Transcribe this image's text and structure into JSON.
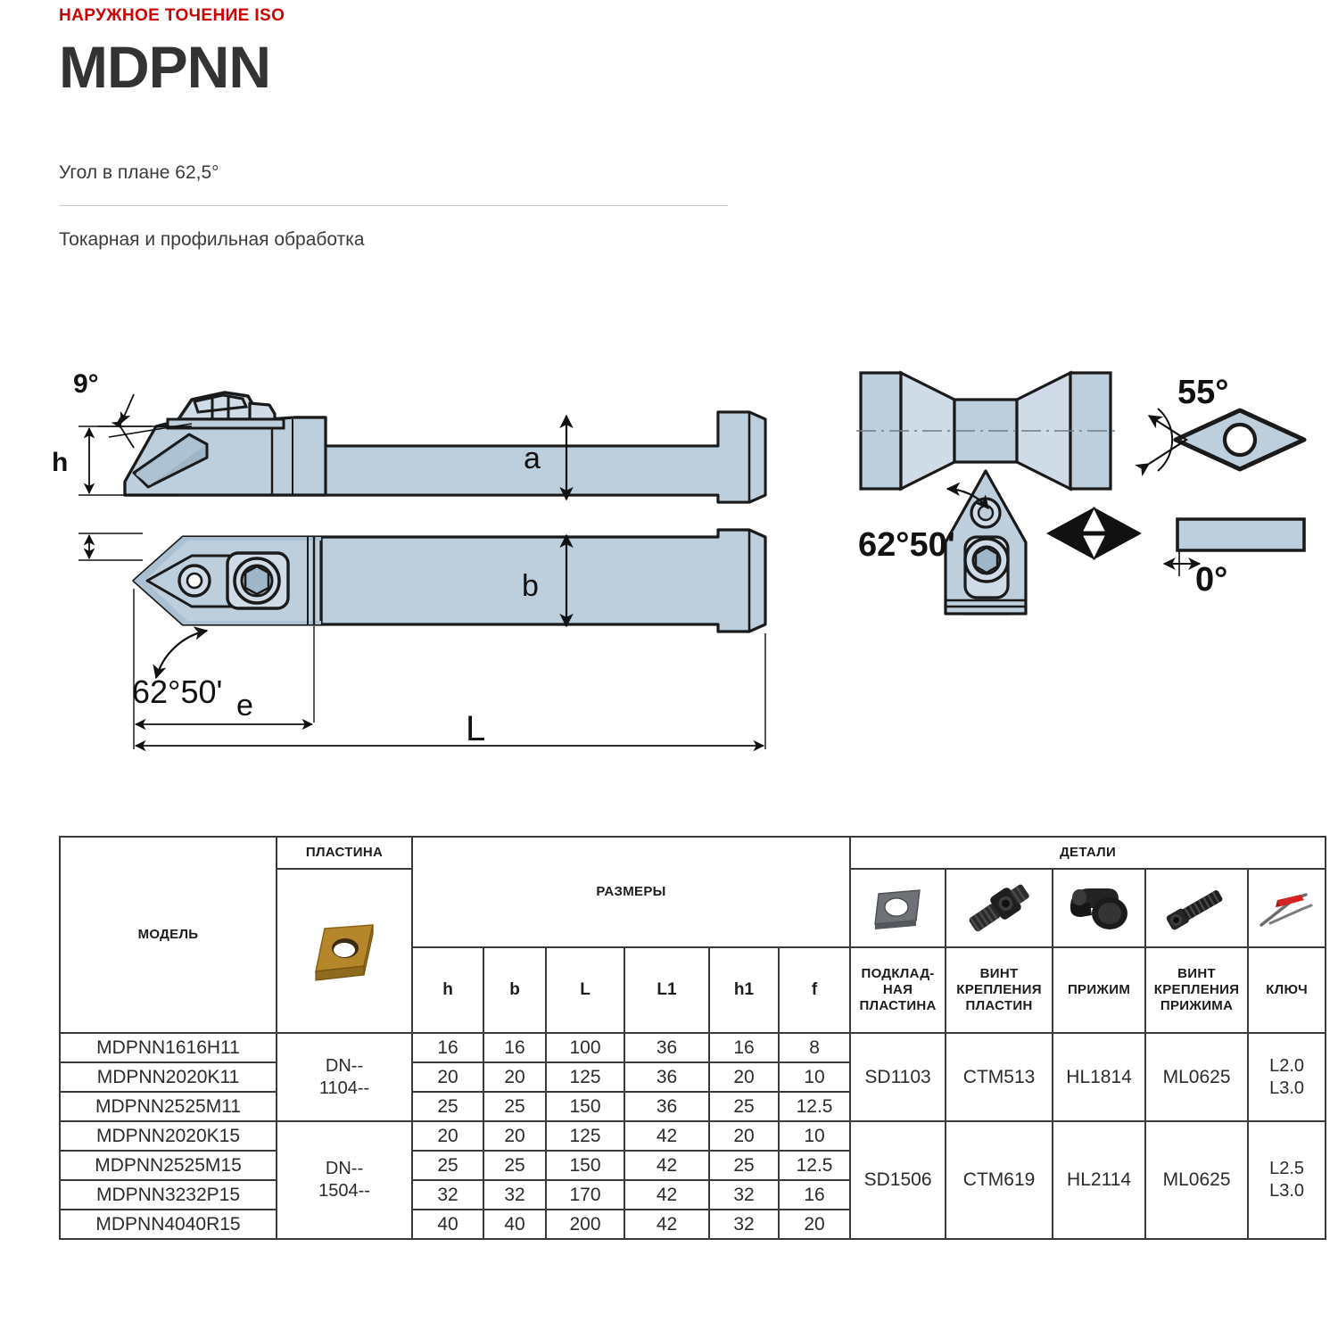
{
  "header": {
    "kicker": "НАРУЖНОЕ ТОЧЕНИЕ ISO",
    "title": "MDPNN",
    "angle_line": "Угол в плане 62,5°",
    "subtitle": "Токарная и профильная обработка"
  },
  "drawing": {
    "labels": {
      "rake_angle": "9°",
      "height_h": "h",
      "dim_a": "a",
      "dim_b": "b",
      "dim_e": "e",
      "dim_L": "L",
      "lead_angle_side": "62°50'",
      "lead_angle_front": "62°50'",
      "insert_angle": "55°",
      "clearance_angle": "0°"
    },
    "colors": {
      "body_fill": "#bdcedd",
      "body_fill_light": "#cfdce8",
      "outline": "#1a1a1a",
      "insert_fill": "#9fb6c8"
    }
  },
  "table": {
    "groups": {
      "insert": "ПЛАСТИНА",
      "dimensions": "РАЗМЕРЫ",
      "parts": "ДЕТАЛИ"
    },
    "model_header": "МОДЕЛЬ",
    "dim_headers": [
      "h",
      "b",
      "L",
      "L1",
      "h1",
      "f"
    ],
    "part_headers": [
      "ПОДКЛАД-\nНАЯ\nПЛАСТИНА",
      "ВИНТ\nКРЕПЛЕНИЯ\nПЛАСТИН",
      "ПРИЖИМ",
      "ВИНТ\nКРЕПЛЕНИЯ\nПРИЖИМА",
      "КЛЮЧ"
    ],
    "part_header_lines": [
      [
        "ПОДКЛАД-",
        "НАЯ",
        "ПЛАСТИНА"
      ],
      [
        "ВИНТ",
        "КРЕПЛЕНИЯ",
        "ПЛАСТИН"
      ],
      [
        "ПРИЖИМ"
      ],
      [
        "ВИНТ",
        "КРЕПЛЕНИЯ",
        "ПРИЖИМА"
      ],
      [
        "КЛЮЧ"
      ]
    ],
    "part_icons": [
      "shim-plate-icon",
      "insert-clamp-screw-icon",
      "clamp-icon",
      "clamp-screw-icon",
      "wrench-key-icon"
    ],
    "insert_icon": "carbide-insert-icon",
    "groups_data": [
      {
        "insert_code_line1": "DN--",
        "insert_code_line2": "1104--",
        "shim": "SD1103",
        "insert_screw": "CTM513",
        "clamp": "HL1814",
        "clamp_screw": "ML0625",
        "key_line1": "L2.0",
        "key_line2": "L3.0",
        "rows": [
          {
            "model": "MDPNN1616H11",
            "h": "16",
            "b": "16",
            "L": "100",
            "L1": "36",
            "h1": "16",
            "f": "8"
          },
          {
            "model": "MDPNN2020K11",
            "h": "20",
            "b": "20",
            "L": "125",
            "L1": "36",
            "h1": "20",
            "f": "10"
          },
          {
            "model": "MDPNN2525M11",
            "h": "25",
            "b": "25",
            "L": "150",
            "L1": "36",
            "h1": "25",
            "f": "12.5"
          }
        ]
      },
      {
        "insert_code_line1": "DN--",
        "insert_code_line2": "1504--",
        "shim": "SD1506",
        "insert_screw": "CTM619",
        "clamp": "HL2114",
        "clamp_screw": "ML0625",
        "key_line1": "L2.5",
        "key_line2": "L3.0",
        "rows": [
          {
            "model": "MDPNN2020K15",
            "h": "20",
            "b": "20",
            "L": "125",
            "L1": "42",
            "h1": "20",
            "f": "10"
          },
          {
            "model": "MDPNN2525M15",
            "h": "25",
            "b": "25",
            "L": "150",
            "L1": "42",
            "h1": "25",
            "f": "12.5"
          },
          {
            "model": "MDPNN3232P15",
            "h": "32",
            "b": "32",
            "L": "170",
            "L1": "42",
            "h1": "32",
            "f": "16"
          },
          {
            "model": "MDPNN4040R15",
            "h": "40",
            "b": "40",
            "L": "200",
            "L1": "42",
            "h1": "32",
            "f": "20"
          }
        ]
      }
    ]
  },
  "colors": {
    "accent_red": "#cc0000",
    "title_dark": "#333333",
    "rule": "#c9c9c9",
    "table_border": "#3a3a3a",
    "insert_gold": "#b5862a",
    "part_dark": "#2a2a2a",
    "key_red": "#d42121"
  }
}
